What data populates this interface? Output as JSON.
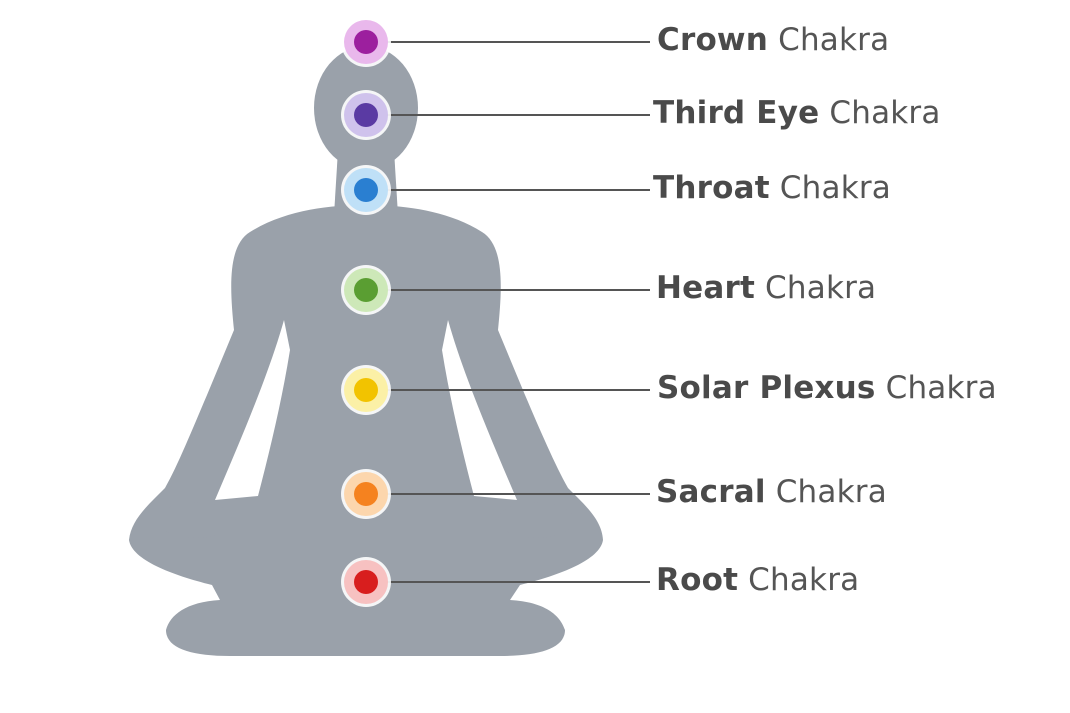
{
  "diagram": {
    "figure_color": "#9aa1aa",
    "connector_color": "#555555",
    "chakras": [
      {
        "id": "crown",
        "name": "Crown",
        "suffix": "Chakra",
        "color": "#9c1f9e",
        "glow": "#e9b8ec"
      },
      {
        "id": "third-eye",
        "name": "Third Eye",
        "suffix": "Chakra",
        "color": "#5a3aa3",
        "glow": "#cfc2ec"
      },
      {
        "id": "throat",
        "name": "Throat",
        "suffix": "Chakra",
        "color": "#2a7fd1",
        "glow": "#bfe0f7"
      },
      {
        "id": "heart",
        "name": "Heart",
        "suffix": "Chakra",
        "color": "#5a9e32",
        "glow": "#cde8b8"
      },
      {
        "id": "solar-plexus",
        "name": "Solar Plexus",
        "suffix": "Chakra",
        "color": "#f2c300",
        "glow": "#fbf0a6"
      },
      {
        "id": "sacral",
        "name": "Sacral",
        "suffix": "Chakra",
        "color": "#f5821f",
        "glow": "#fcd6ad"
      },
      {
        "id": "root",
        "name": "Root",
        "suffix": "Chakra",
        "color": "#d81e1e",
        "glow": "#f7c1c1"
      }
    ]
  }
}
